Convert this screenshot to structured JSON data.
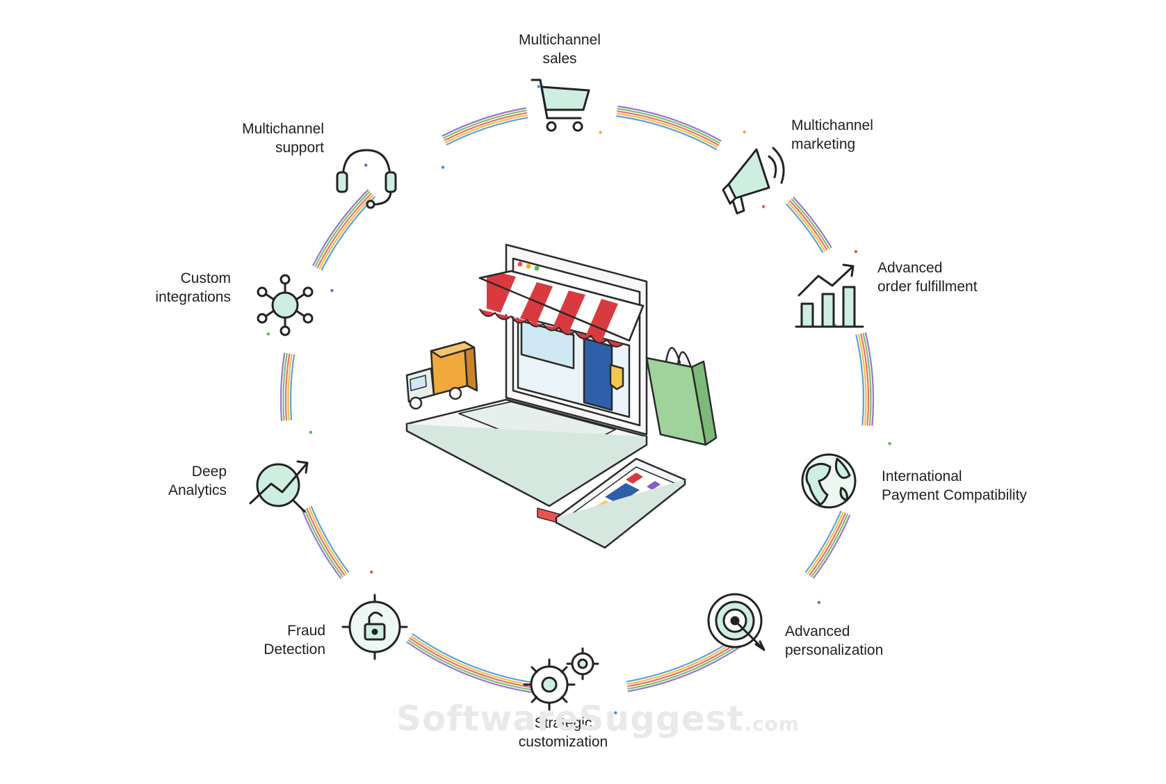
{
  "features": [
    {
      "id": "sales",
      "lines": [
        "Multichannel",
        "sales"
      ],
      "icon": "shopping-cart-icon"
    },
    {
      "id": "marketing",
      "lines": [
        "Multichannel",
        "marketing"
      ],
      "icon": "megaphone-icon"
    },
    {
      "id": "fulfillment",
      "lines": [
        "Advanced",
        "order fulfillment"
      ],
      "icon": "bar-chart-growth-icon"
    },
    {
      "id": "payment",
      "lines": [
        "International",
        "Payment Compatibility"
      ],
      "icon": "globe-icon"
    },
    {
      "id": "personalization",
      "lines": [
        "Advanced",
        "personalization"
      ],
      "icon": "target-icon"
    },
    {
      "id": "customization",
      "lines": [
        "Strategic",
        "customization"
      ],
      "icon": "gears-icon"
    },
    {
      "id": "fraud",
      "lines": [
        "Fraud",
        "Detection"
      ],
      "icon": "unlock-icon"
    },
    {
      "id": "analytics",
      "lines": [
        "Deep",
        "Analytics"
      ],
      "icon": "analytics-magnifier-icon"
    },
    {
      "id": "integrations",
      "lines": [
        "Custom",
        "integrations"
      ],
      "icon": "network-hub-icon"
    },
    {
      "id": "support",
      "lines": [
        "Multichannel",
        "support"
      ],
      "icon": "headset-icon"
    }
  ],
  "watermark": {
    "main": "SoftwareSuggest",
    "suffix": ".com"
  },
  "colors": {
    "ring": [
      "#3d8fd6",
      "#f3b11d",
      "#e8554e",
      "#5bb84d",
      "#8a5bc2"
    ],
    "awning_red": "#d93a3f",
    "accent_mint": "#cdeee0",
    "box_orange": "#f0a93a",
    "bag_green": "#9fd39b",
    "door_blue": "#2f5fa8"
  }
}
